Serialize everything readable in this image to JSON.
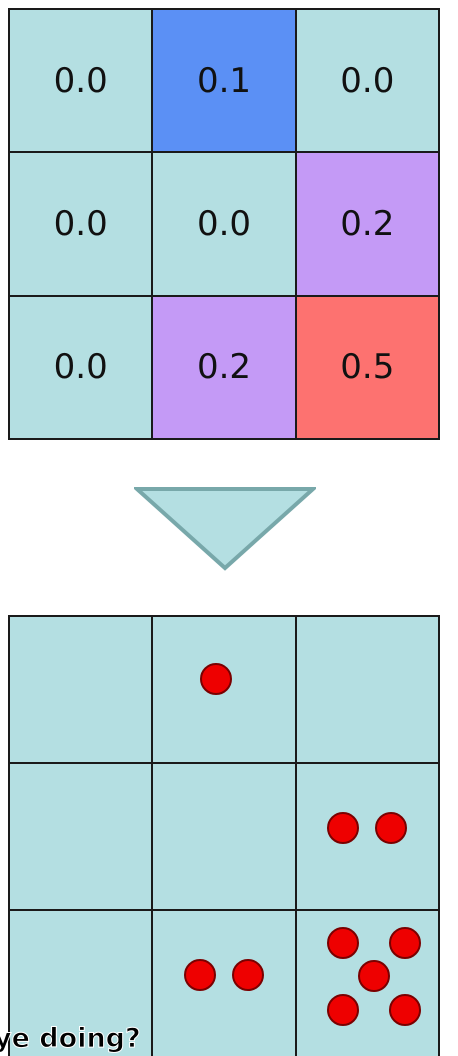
{
  "probability_grid": {
    "cells": [
      {
        "value": "0.0",
        "color": "#b4dfe2"
      },
      {
        "value": "0.1",
        "color": "#5b90f5"
      },
      {
        "value": "0.0",
        "color": "#b4dfe2"
      },
      {
        "value": "0.0",
        "color": "#b4dfe2"
      },
      {
        "value": "0.0",
        "color": "#b4dfe2"
      },
      {
        "value": "0.2",
        "color": "#c49af6"
      },
      {
        "value": "0.0",
        "color": "#b4dfe2"
      },
      {
        "value": "0.2",
        "color": "#c49af6"
      },
      {
        "value": "0.5",
        "color": "#fd7270"
      }
    ]
  },
  "arrow_icon": "down-triangle",
  "sample_grid": {
    "cell_color": "#b4dfe2",
    "dot_color": "#ee0000",
    "dot_counts": [
      0,
      1,
      0,
      0,
      0,
      2,
      0,
      2,
      5
    ]
  },
  "caption": "ye doing?"
}
